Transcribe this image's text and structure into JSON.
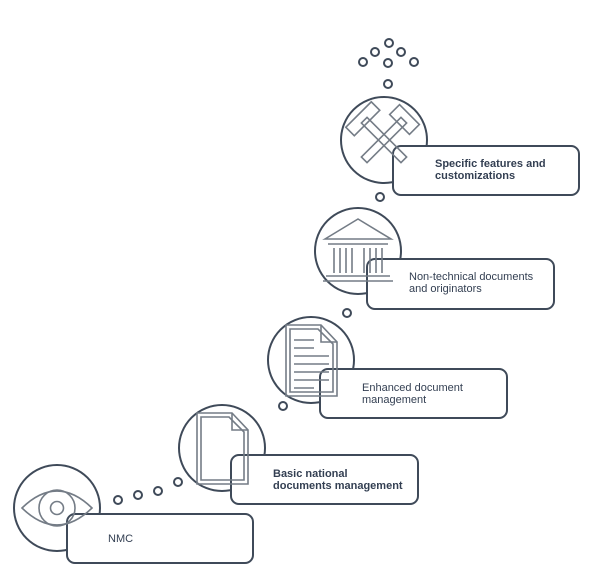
{
  "steps": [
    {
      "id": "nmc",
      "label": "NMC",
      "lines": [
        "NMC"
      ],
      "icon": "eye-icon",
      "bold": false
    },
    {
      "id": "basic-national",
      "label": "Basic national documents management",
      "lines": [
        "Basic national",
        "documents management"
      ],
      "icon": "document-icon",
      "bold": true
    },
    {
      "id": "enhanced",
      "label": "Enhanced document management",
      "lines": [
        "Enhanced document",
        "management"
      ],
      "icon": "text-document-icon",
      "bold": false
    },
    {
      "id": "non-technical",
      "label": "Non-technical documents and originators",
      "lines": [
        "Non-technical documents",
        "and originators"
      ],
      "icon": "institution-icon",
      "bold": false
    },
    {
      "id": "specific",
      "label": "Specific features and customizations",
      "lines": [
        "Specific features and",
        "customizations"
      ],
      "icon": "hammer-icon",
      "bold": true
    }
  ],
  "colors": {
    "stroke": "#3f4a59",
    "icon": "#747c86",
    "text": "#333f52",
    "background": "#ffffff"
  }
}
